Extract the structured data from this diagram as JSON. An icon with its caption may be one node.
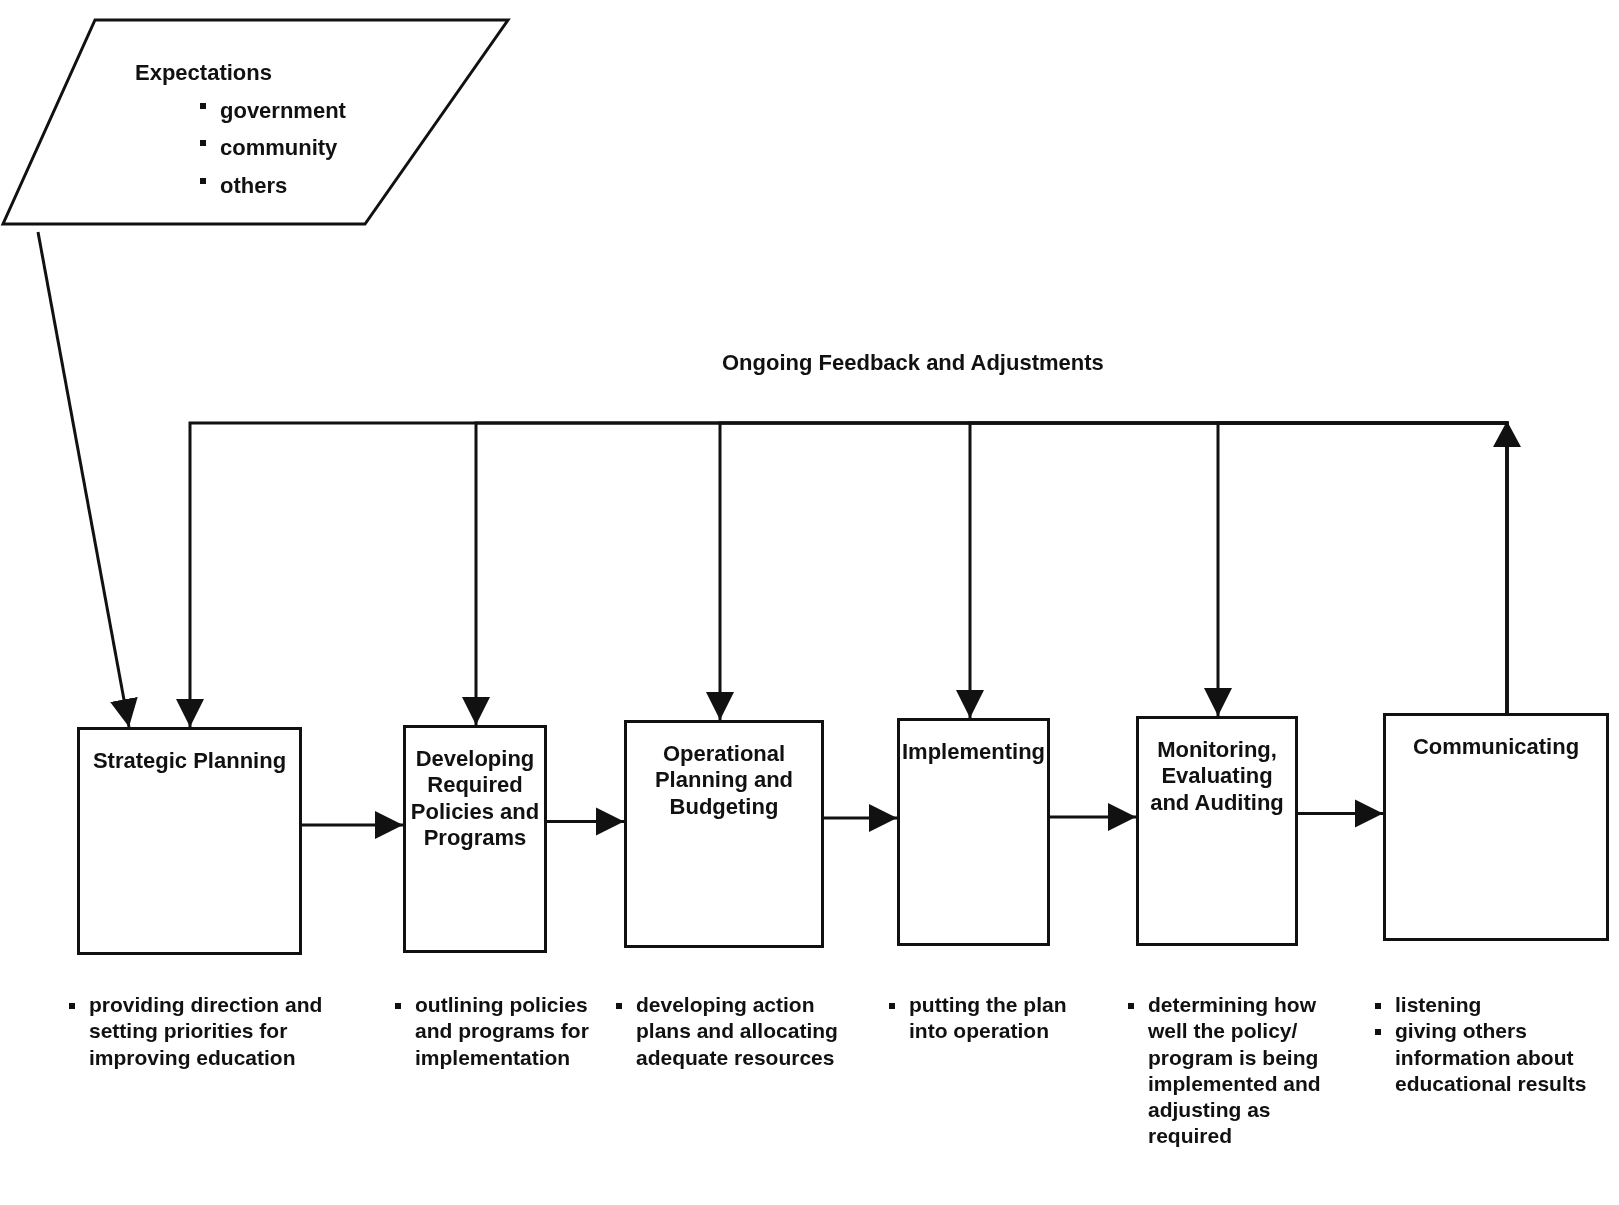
{
  "diagram": {
    "nodes": [
      {
        "text": [
          "Expectations",
          "government",
          "community",
          "others"
        ]
      },
      {
        "text": [
          "Strategic Planning"
        ],
        "beside": [
          "providing direction and setting priorities for improving education"
        ]
      },
      {
        "text": [
          "Developing Required Policies and Programs"
        ],
        "beside": [
          "outlining policies and programs for implementation"
        ]
      },
      {
        "text": [
          "Operational Planning and Budgeting"
        ],
        "beside": [
          "developing action plans and allocating adequate resources"
        ]
      },
      {
        "text": [
          "Implementing"
        ],
        "beside": [
          "putting the plan into operation"
        ]
      },
      {
        "text": [
          "Monitoring, Evaluating and Auditing"
        ],
        "beside": [
          "determining how well the policy/ program is being implemented and adjusting as required"
        ]
      },
      {
        "text": [
          "Communicating"
        ],
        "beside": [
          "listening",
          "giving others information about educational results"
        ]
      }
    ],
    "edges": [
      {
        "from": 0,
        "to": 1,
        "arrow": "to"
      },
      {
        "from": 1,
        "to": 2,
        "arrow": "to"
      },
      {
        "from": 2,
        "to": 3,
        "arrow": "to"
      },
      {
        "from": 3,
        "to": 4,
        "arrow": "to"
      },
      {
        "from": 4,
        "to": 5,
        "arrow": "to"
      },
      {
        "from": 5,
        "to": 6,
        "arrow": "to"
      },
      {
        "from": 6,
        "to": 1,
        "arrow": "to"
      },
      {
        "from": 6,
        "to": 2,
        "arrow": "to"
      },
      {
        "from": 6,
        "to": 3,
        "arrow": "to"
      },
      {
        "from": 6,
        "to": 4,
        "arrow": "to"
      },
      {
        "from": 6,
        "to": 5,
        "arrow": "to"
      }
    ],
    "labels": [
      "Ongoing Feedback and Adjustments"
    ]
  }
}
